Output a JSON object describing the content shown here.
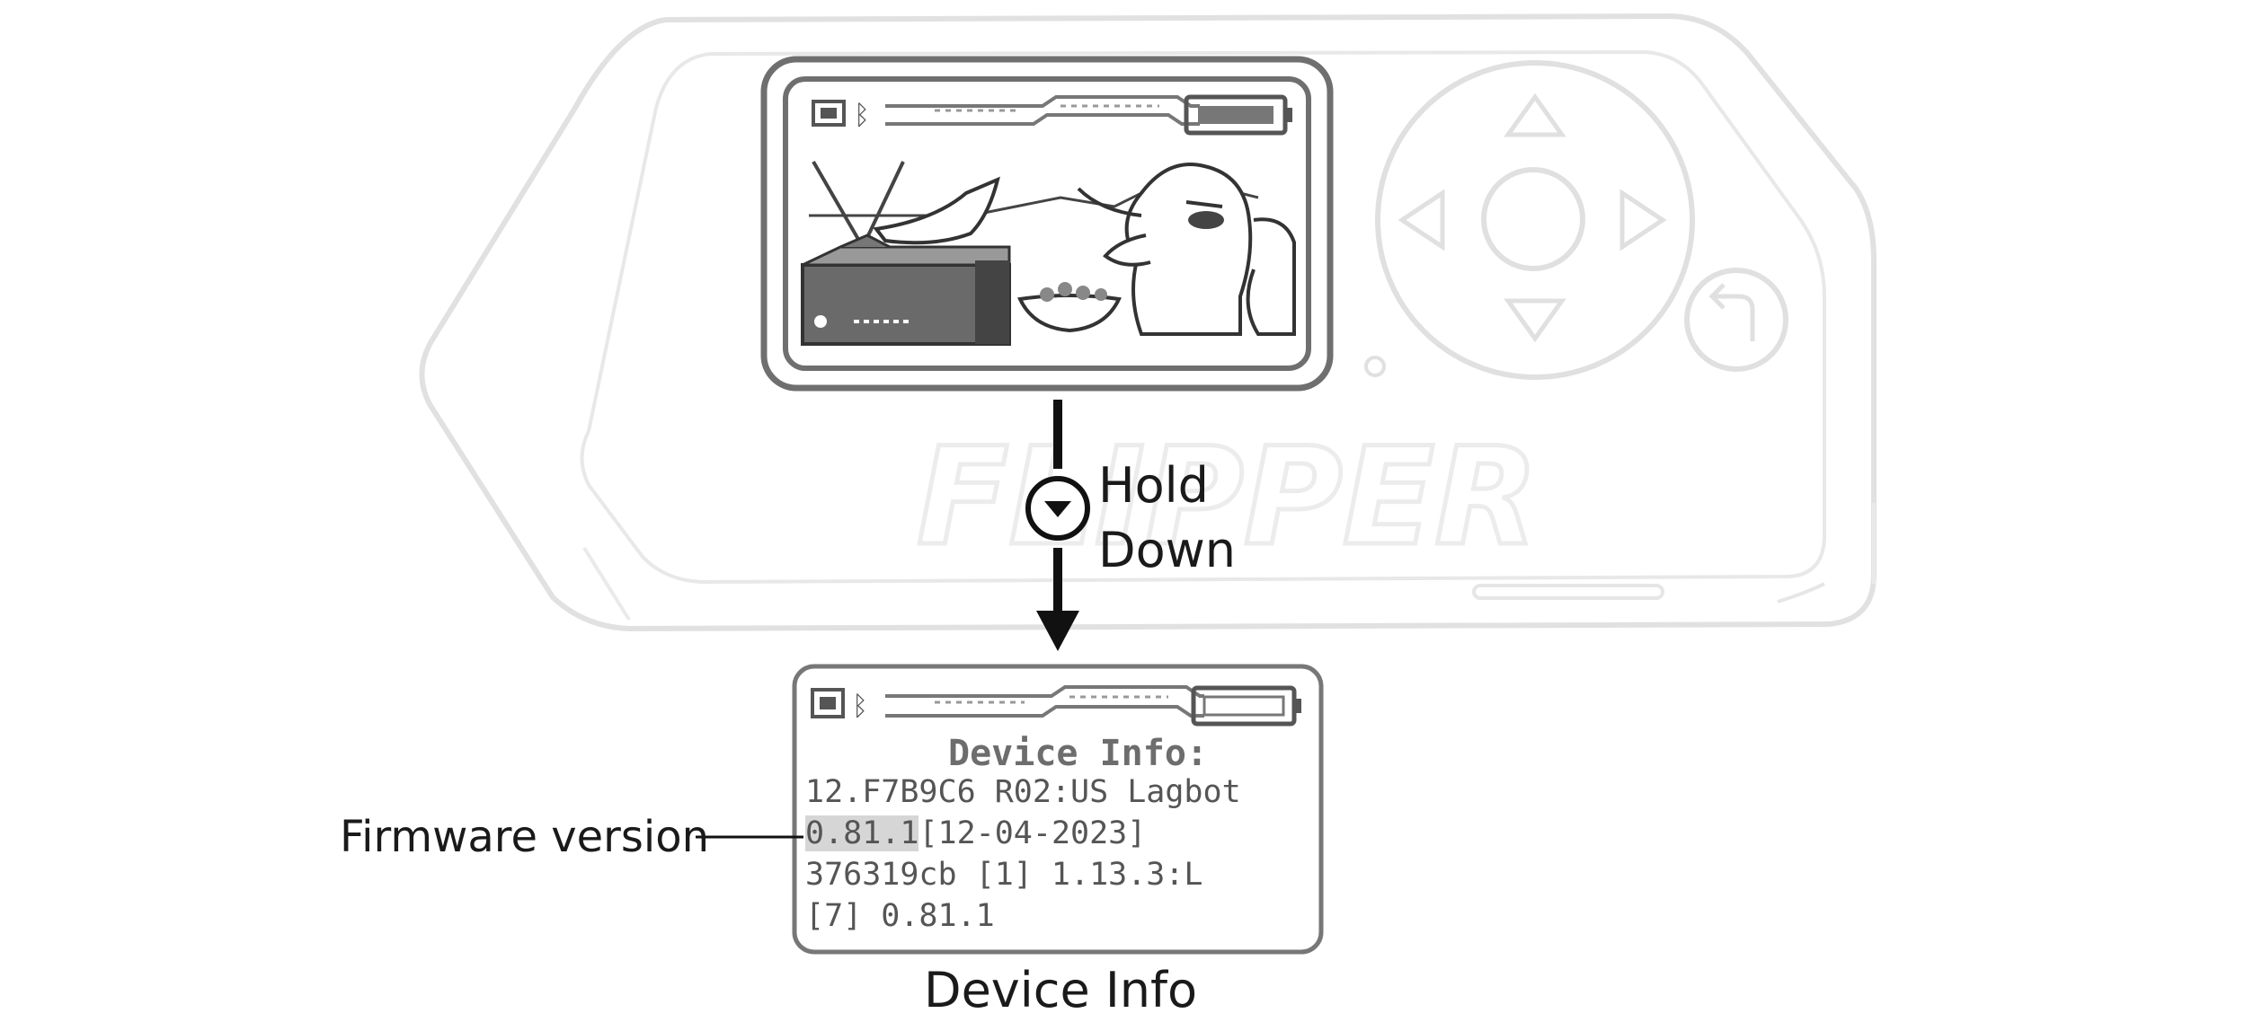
{
  "annotations": {
    "hold_label_line1": "Hold",
    "hold_label_line2": "Down",
    "firmware_label": "Firmware version",
    "caption": "Device Info"
  },
  "device_info_screen": {
    "title": "Device Info:",
    "line1": "12.F7B9C6 R02:US Lagbot",
    "firmware_version": "0.81.1",
    "build_date": "[12-04-2023]",
    "line3": "376319cb [1] 1.13.3:L",
    "line4": "[7] 0.81.1"
  },
  "device": {
    "logo_text": "FLIPPER"
  },
  "icons": [
    "sd-card-icon",
    "bluetooth-icon",
    "battery-icon",
    "up-arrow-icon",
    "down-arrow-icon",
    "left-arrow-icon",
    "right-arrow-icon",
    "back-icon",
    "down-button-icon"
  ],
  "colors": {
    "device_outline": "#dcdcdc",
    "screen_frame": "#777777",
    "ink": "#1a1a1a"
  }
}
